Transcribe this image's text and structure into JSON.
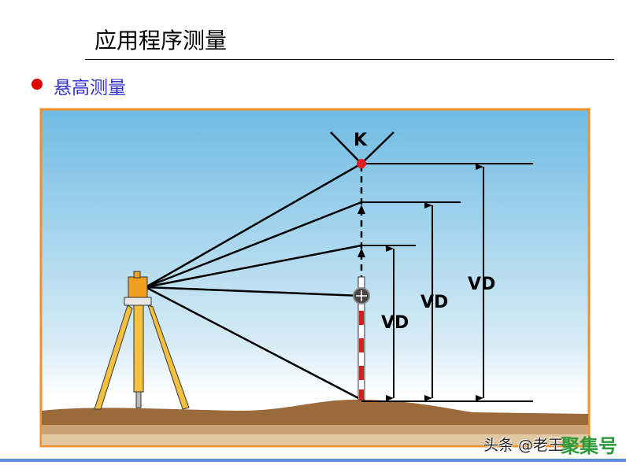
{
  "title": "应用程序测量",
  "subtitle": "悬高测量",
  "diagram": {
    "point_label": "K",
    "vd_labels": [
      "VD",
      "VD",
      "VD"
    ]
  },
  "watermark": {
    "source": "头条 @老王",
    "brand": "聚集号"
  },
  "colors": {
    "bullet": "#e00000",
    "subtitle": "#3333cc",
    "frame": "#f0902a",
    "brand": "#2a9a3a"
  }
}
